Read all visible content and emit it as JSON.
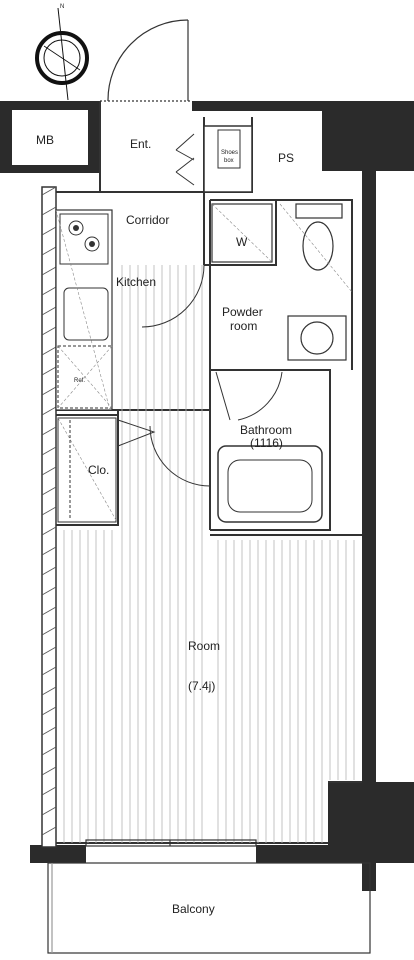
{
  "rooms": {
    "mb": "MB",
    "entrance": "Ent.",
    "shoe_box": [
      "Shoes",
      "box"
    ],
    "ps": "PS",
    "corridor": "Corridor",
    "washer": "W",
    "kitchen": "Kitchen",
    "powder_room": [
      "Powder",
      "room"
    ],
    "refrigerator": "Ref.",
    "closet": "Clo.",
    "bathroom": [
      "Bathroom",
      "(1116)"
    ],
    "room": "Room",
    "room_size": "(7.4j)",
    "balcony": "Balcony"
  },
  "compass": {
    "north": "N"
  }
}
